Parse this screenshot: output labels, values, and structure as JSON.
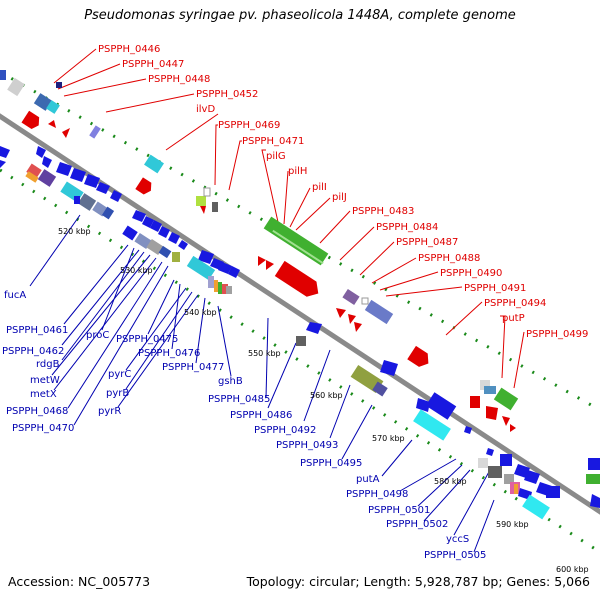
{
  "title": "Pseudomonas syringae pv. phaseolicola 1448A, complete genome",
  "footer": {
    "accession": "Accession: NC_005773",
    "summary": "Topology: circular; Length: 5,928,787 bp; Genes: 5,066"
  },
  "colors": {
    "forward_label": "#e00000",
    "reverse_label": "#0000b0",
    "backbone": "#8a8a8a",
    "dots": "#1a8a1a"
  },
  "ticks": [
    "520 kbp",
    "530 kbp",
    "540 kbp",
    "550 kbp",
    "560 kbp",
    "570 kbp",
    "580 kbp",
    "590 kbp",
    "600 kbp"
  ],
  "forward_labels": [
    "PSPPH_0446",
    "PSPPH_0447",
    "PSPPH_0448",
    "PSPPH_0452",
    "ilvD",
    "PSPPH_0469",
    "PSPPH_0471",
    "pilG",
    "pilH",
    "pilI",
    "pilJ",
    "PSPPH_0483",
    "PSPPH_0484",
    "PSPPH_0487",
    "PSPPH_0488",
    "PSPPH_0490",
    "PSPPH_0491",
    "PSPPH_0494",
    "putP",
    "PSPPH_0499"
  ],
  "reverse_labels": [
    "fucA",
    "PSPPH_0461",
    "proC",
    "PSPPH_0462",
    "rdgB",
    "metW",
    "metX",
    "PSPPH_0468",
    "PSPPH_0470",
    "PSPPH_0475",
    "PSPPH_0476",
    "pyrC",
    "pyrB",
    "pyrR",
    "PSPPH_0477",
    "gshB",
    "PSPPH_0485",
    "PSPPH_0486",
    "PSPPH_0492",
    "PSPPH_0493",
    "PSPPH_0495",
    "putA",
    "PSPPH_0498",
    "PSPPH_0501",
    "PSPPH_0502",
    "yccS",
    "PSPPH_0505"
  ]
}
